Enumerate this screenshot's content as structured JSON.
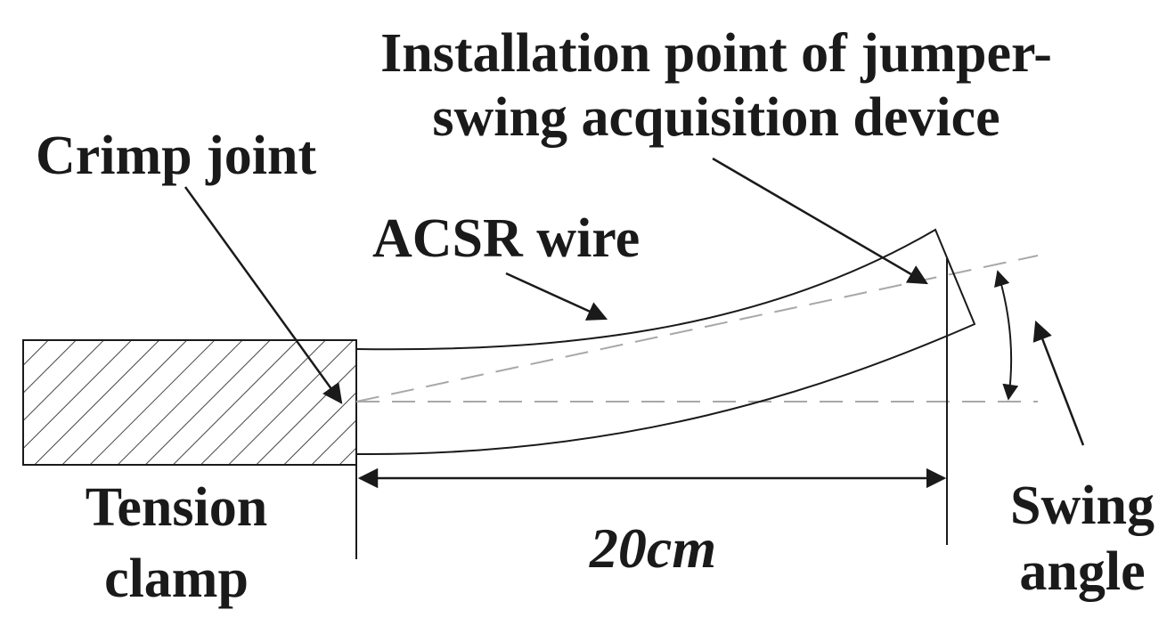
{
  "labels": {
    "installation_line1": "Installation point of jumper-",
    "installation_line2": "swing acquisition device",
    "crimp_joint": "Crimp joint",
    "acsr_wire": "ACSR wire",
    "tension_line1": "Tension",
    "tension_line2": "clamp",
    "dimension": "20cm",
    "swing_line1": "Swing",
    "swing_line2": "angle"
  }
}
